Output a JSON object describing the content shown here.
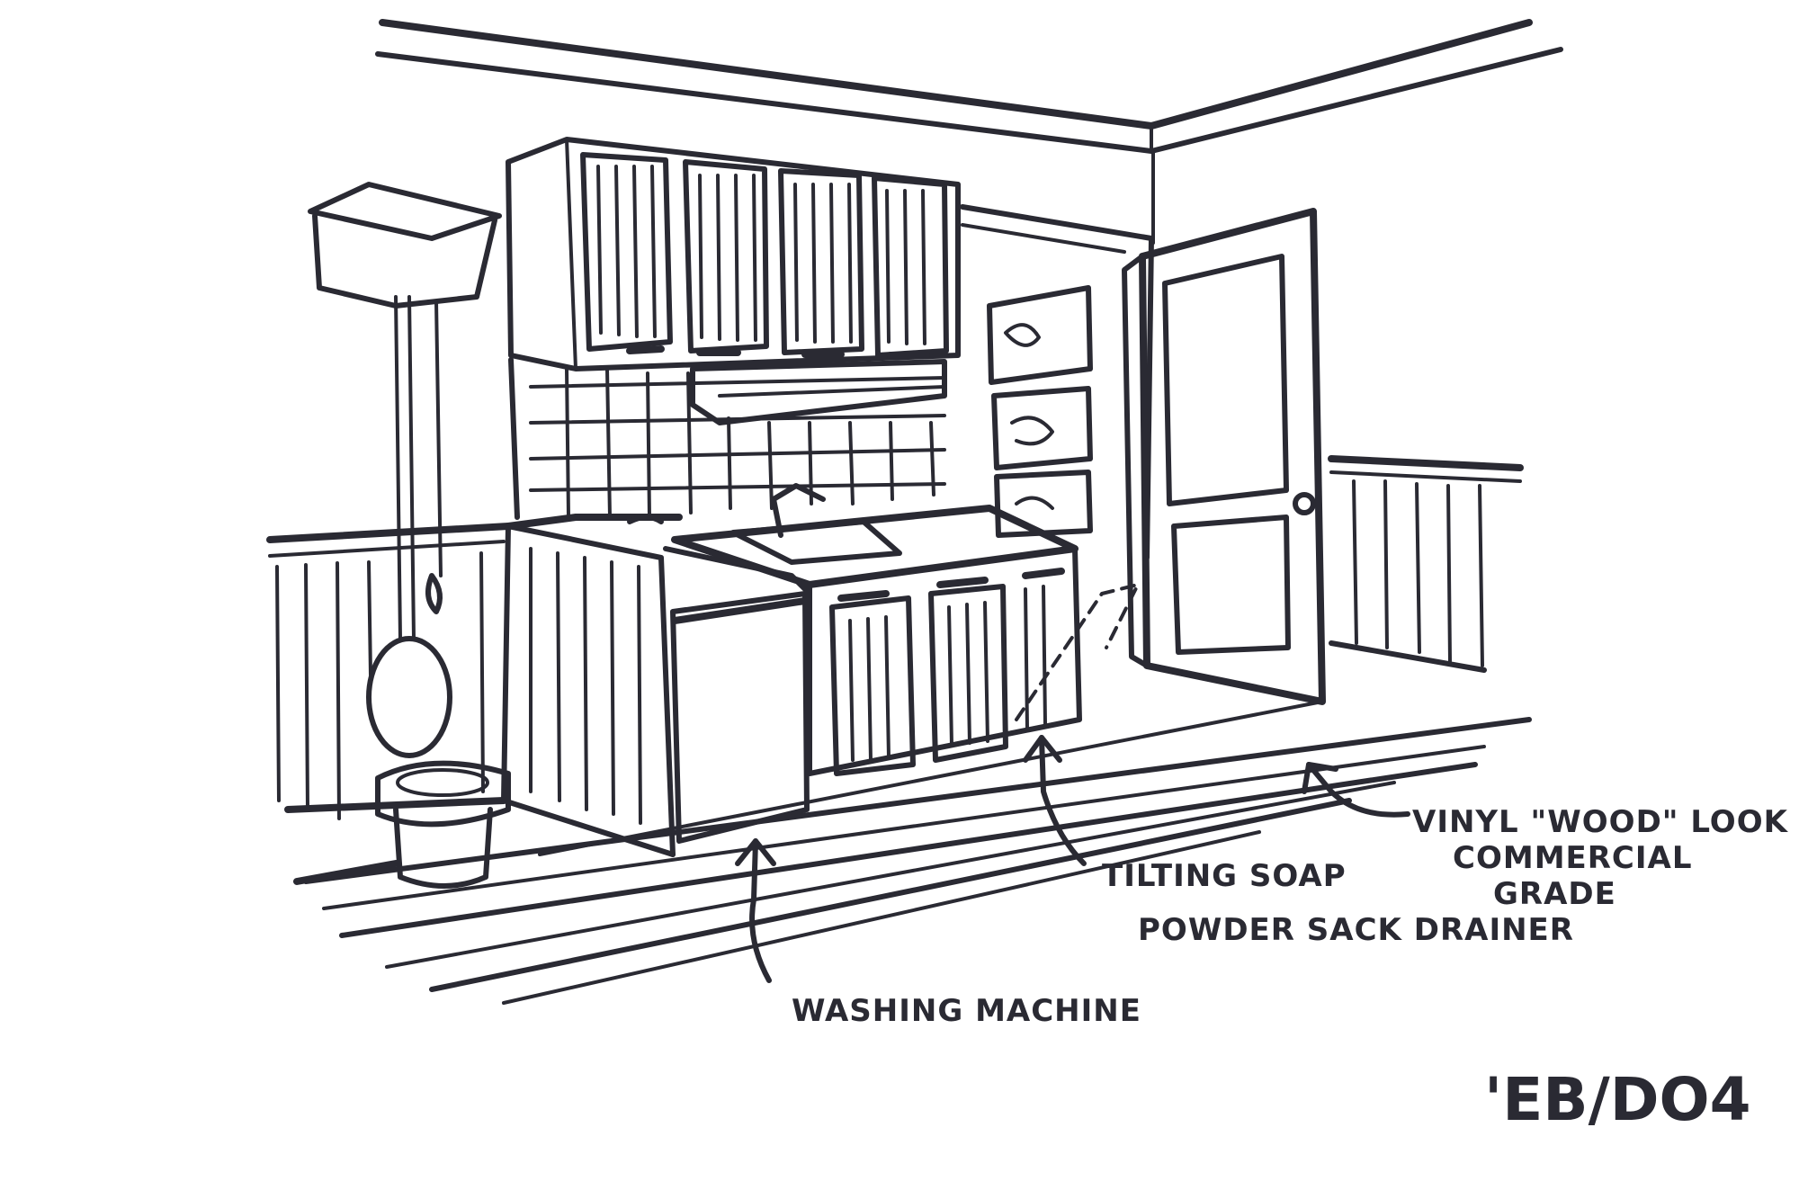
{
  "annotations": {
    "washing_machine": "WASHING MACHINE",
    "drainer_line1": "TILTING SOAP",
    "drainer_line2": "POWDER SACK DRAINER",
    "flooring_line1": "VINYL \"WOOD\" LOOK",
    "flooring_line2": "COMMERCIAL",
    "flooring_line3": "GRADE"
  },
  "signature": "'EB/DO4",
  "colors": {
    "ink": "#2a2a33",
    "paper": "#ffffff"
  }
}
